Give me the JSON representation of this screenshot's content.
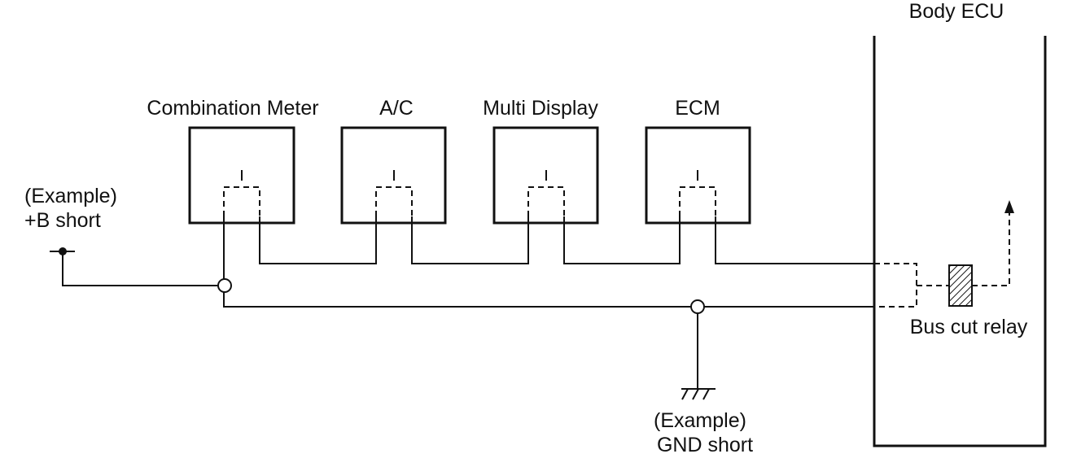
{
  "diagram": {
    "ecu_label": "Body ECU",
    "nodes": [
      {
        "label": "Combination Meter"
      },
      {
        "label": "A/C"
      },
      {
        "label": "Multi Display"
      },
      {
        "label": "ECM"
      }
    ],
    "b_short_label_line1": "(Example)",
    "b_short_label_line2": "+B short",
    "gnd_short_label_line1": "(Example)",
    "gnd_short_label_line2": "GND short",
    "relay_label": "Bus cut relay"
  }
}
